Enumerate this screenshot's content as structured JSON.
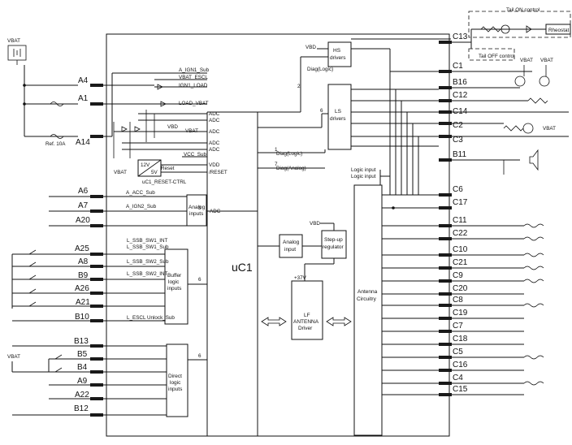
{
  "labels": {
    "vbat": "VBAT",
    "uc1": "uC1",
    "ref": "Ref. 10A",
    "a_ign1_sub": "A_IGN1_Sub",
    "vbat_escl": "VBAT_ESCL",
    "ign1_load": "IGN1_LOAD",
    "load_vbat": "LOAD_VBAT",
    "adc": "ADC",
    "vbd": "VBD",
    "vcc_sub": "VCC_Sub",
    "vdd": "VDD",
    "reset_bar": "/RESET",
    "reset": "Reset",
    "v12": "12V",
    "v5": "5V",
    "reset_ctrl": "uC1_RESET-CTRL",
    "a_acc_sub": "A_ACC_Sub",
    "a_ign2_sub": "A_IGN2_Sub",
    "l_ssb_sw1_int": "L_SSB_SW1_INT",
    "l_ssb_sw1_sub": "L_SSB_SW1_Sub",
    "l_ssb_sw2_sub": "L_SSB_SW2_Sub",
    "l_ssb_sw2_int": "L_SSB_SW2_INT",
    "l_escl_unlock_sub": "L_ESCL Unlock_Sub",
    "diag_logic": "Diag(Logic)",
    "diag_analog": "Diag(Analog)",
    "logic_input": "Logic input",
    "v37": "+37V",
    "tail_on": "Tail ON control",
    "tail_off": "Tail OFF control",
    "rheostat": "Rheostat",
    "n1": "1",
    "n2": "2",
    "n3": "3",
    "n6": "6",
    "n7": "7"
  },
  "blocks": {
    "hs1": "HS",
    "hs2": "drivers",
    "ls1": "LS",
    "ls2": "drivers",
    "an1": "Analog",
    "an2": "inputs",
    "bf1": "Buffer",
    "bf2": "logic",
    "bf3": "inputs",
    "dl1": "Direct",
    "dl2": "logic",
    "dl3": "inputs",
    "ai1": "Analog",
    "ai2": "input",
    "su1": "Step-up",
    "su2": "regulator",
    "lf1": "LF",
    "lf2": "ANTENNA",
    "lf3": "Driver",
    "ac1": "Antenna",
    "ac2": "Circuitry"
  },
  "pins_left": [
    "A4",
    "A1",
    "A14",
    "A6",
    "A7",
    "A20",
    "A25",
    "A8",
    "B9",
    "A26",
    "A21",
    "B10",
    "B13",
    "B5",
    "B4",
    "A9",
    "A22",
    "B12"
  ],
  "pins_right": [
    "C13",
    "C1",
    "B16",
    "C12",
    "C14",
    "C2",
    "C3",
    "B11",
    "C6",
    "C17",
    "C11",
    "C22",
    "C10",
    "C21",
    "C9",
    "C20",
    "C8",
    "C19",
    "C7",
    "C18",
    "C5",
    "C16",
    "C4",
    "C15"
  ]
}
